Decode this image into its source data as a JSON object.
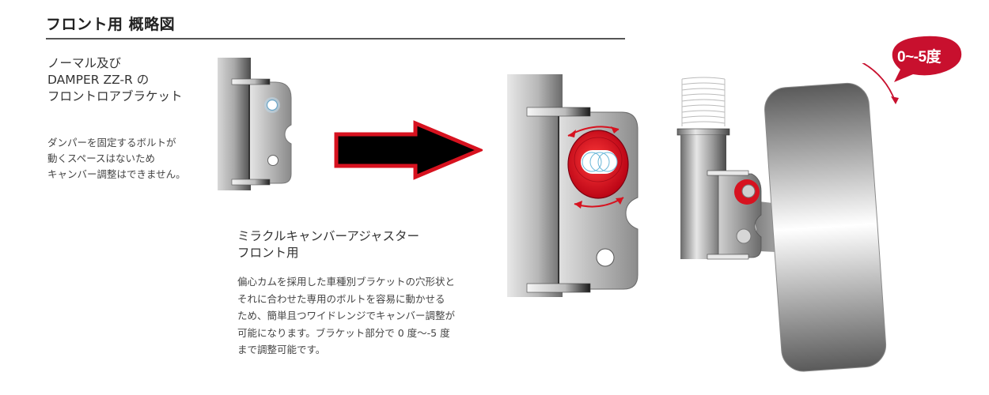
{
  "title": "フロント用 概略図",
  "normal_bracket": {
    "heading_lines": [
      "ノーマル及び",
      "DAMPER ZZ-R の",
      "フロントロアブラケット"
    ],
    "description_lines": [
      "ダンパーを固定するボルトが",
      "動くスペースはないため",
      "キャンバー調整はできません。"
    ]
  },
  "miracle_adjuster": {
    "heading_lines": [
      "ミラクルキャンバーアジャスター",
      "フロント用"
    ],
    "description_lines": [
      "偏心カムを採用した車種別ブラケットの穴形状と",
      "それに合わせた専用のボルトを容易に動かせる",
      "ため、簡単且つワイドレンジでキャンバー調整が",
      "可能になります。ブラケット部分で 0 度〜-5 度",
      "まで調整可能です。"
    ]
  },
  "badge": {
    "label": "0~-5度",
    "color": "#c8102e"
  },
  "colors": {
    "accent_red": "#d7121f",
    "arrow_fill": "#000000",
    "rule": "#555555"
  },
  "icons": {
    "arrow": "right-arrow-icon",
    "rotation": "curved-double-arrow-icon"
  }
}
